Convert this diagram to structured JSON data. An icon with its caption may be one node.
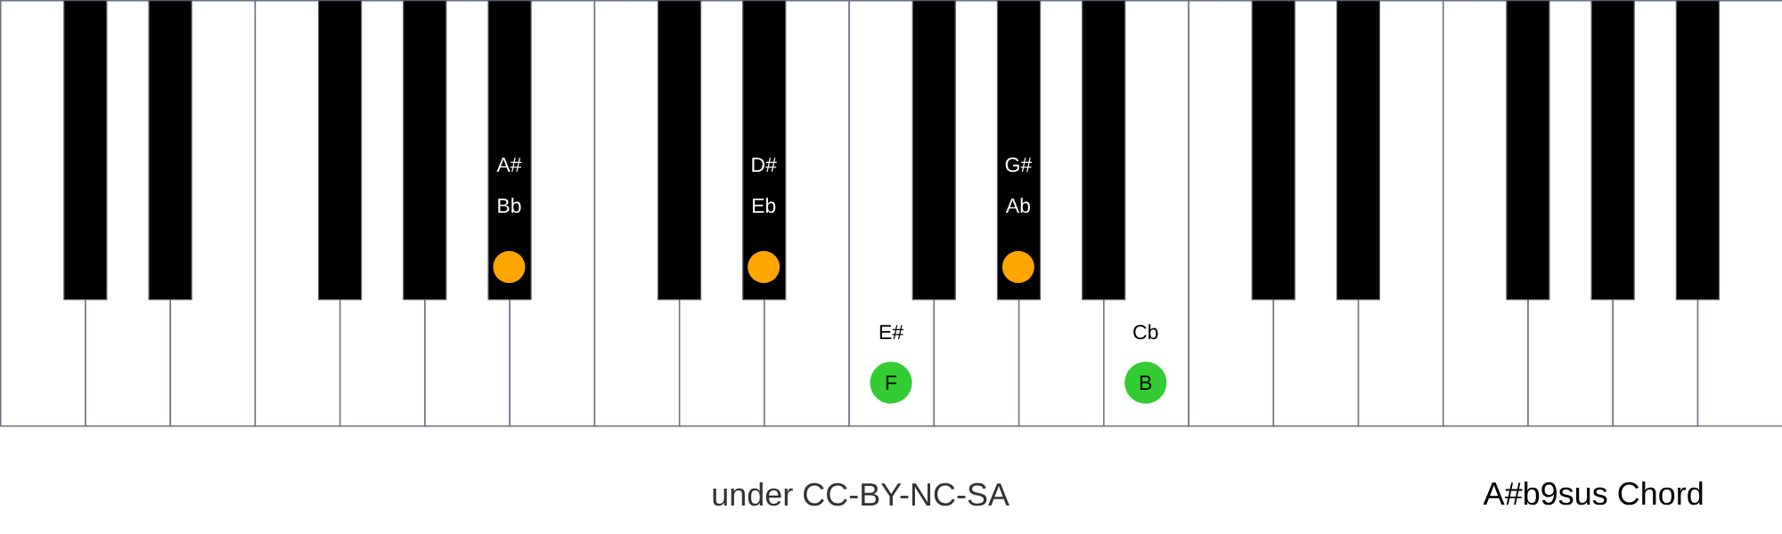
{
  "diagram": {
    "nodes": [
      {
        "text": [],
        "shape": "box"
      },
      {
        "text": [],
        "shape": "box"
      },
      {
        "text": [],
        "shape": "box"
      },
      {
        "text": [],
        "shape": "box"
      },
      {
        "text": [],
        "shape": "box"
      },
      {
        "text": [],
        "shape": "box"
      },
      {
        "text": [],
        "shape": "box"
      },
      {
        "text": [],
        "shape": "box"
      },
      {
        "text": [],
        "shape": "box"
      },
      {
        "text": [],
        "shape": "box"
      },
      {
        "text": [
          "E#"
        ]
      },
      {
        "text": [],
        "shape": "box"
      },
      {
        "text": [],
        "shape": "box"
      },
      {
        "text": [
          "Cb"
        ]
      },
      {
        "text": [],
        "shape": "box"
      },
      {
        "text": [],
        "shape": "box"
      },
      {
        "text": [],
        "shape": "box"
      },
      {
        "text": [],
        "shape": "box"
      },
      {
        "text": [],
        "shape": "box"
      },
      {
        "text": [],
        "shape": "box"
      },
      {
        "text": [],
        "shape": "box"
      },
      {
        "text": [],
        "shape": "box"
      },
      {
        "text": [],
        "shape": "box"
      },
      {
        "text": [],
        "shape": "box"
      },
      {
        "text": [],
        "shape": "box"
      },
      {
        "text": [
          "A#",
          "Bb"
        ]
      },
      {
        "text": [],
        "shape": "box"
      },
      {
        "text": [
          "D#",
          "Eb"
        ]
      },
      {
        "text": [],
        "shape": "box"
      },
      {
        "text": [
          "G#",
          "Ab"
        ]
      },
      {
        "text": [],
        "shape": "box"
      },
      {
        "text": [],
        "shape": "box"
      },
      {
        "text": [],
        "shape": "box"
      },
      {
        "text": [],
        "shape": "box"
      },
      {
        "text": [],
        "shape": "box"
      },
      {
        "text": [],
        "shape": "box"
      },
      {
        "text": [],
        "shape": "circle",
        "in": 25
      },
      {
        "text": [],
        "shape": "circle",
        "in": 27
      },
      {
        "text": [
          "F"
        ],
        "in": 10
      },
      {
        "text": [],
        "shape": "circle",
        "in": 29
      },
      {
        "text": [
          "B"
        ],
        "in": 13
      }
    ],
    "labels": [
      "under CC-BY-NC-SA",
      "A#b9sus Chord"
    ]
  }
}
